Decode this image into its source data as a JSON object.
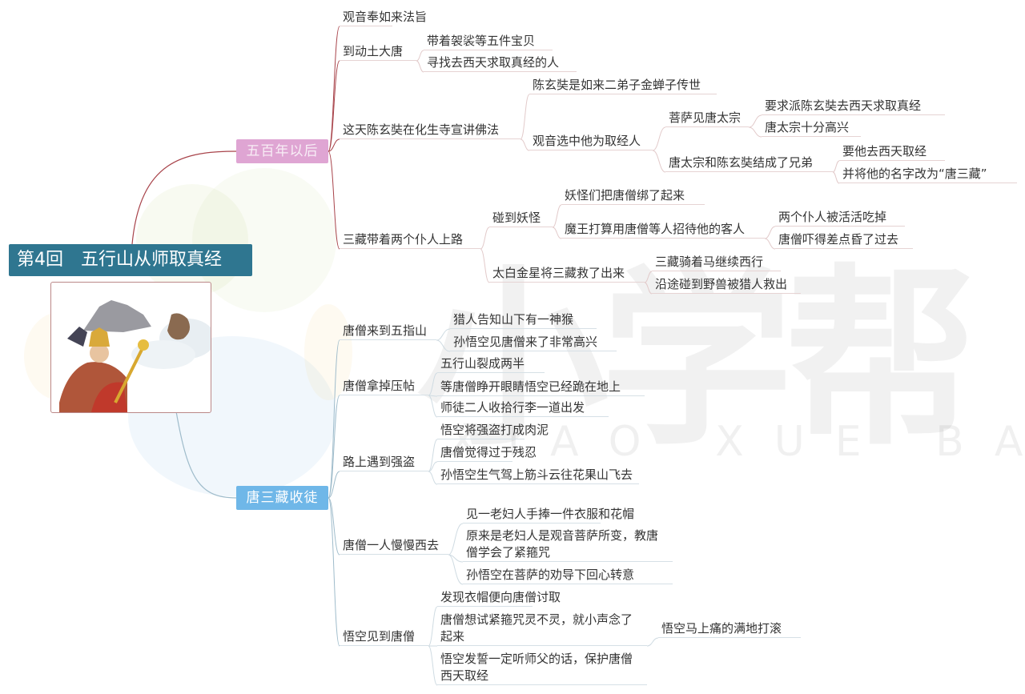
{
  "watermark": {
    "logo_text": "小学帮",
    "latin_text": "XIAO XUE BANG"
  },
  "colors": {
    "root": "#2f7690",
    "branch1": "#dfa5d3",
    "branch2": "#6fb7e8",
    "branch1_line": "#a8434a",
    "branch2_line": "#9fbccb"
  },
  "root": {
    "title": "第4回　五行山从师取真经",
    "image": "illustration-tang-monk-and-monkey"
  },
  "branches": [
    {
      "label": "五百年以后",
      "children": [
        {
          "label": "观音奉如来法旨"
        },
        {
          "label": "到动土大唐",
          "children": [
            {
              "label": "带着袈裟等五件宝贝"
            },
            {
              "label": "寻找去西天求取真经的人"
            }
          ]
        },
        {
          "label": "这天陈玄奘在化生寺宣讲佛法",
          "children": [
            {
              "label": "陈玄奘是如来二弟子金蝉子传世"
            },
            {
              "label": "观音选中他为取经人",
              "children": [
                {
                  "label": "菩萨见唐太宗",
                  "children": [
                    {
                      "label": "要求派陈玄奘去西天求取真经"
                    },
                    {
                      "label": "唐太宗十分高兴"
                    }
                  ]
                },
                {
                  "label": "唐太宗和陈玄奘结成了兄弟",
                  "children": [
                    {
                      "label": "要他去西天取经"
                    },
                    {
                      "label": "并将他的名字改为“唐三藏”"
                    }
                  ]
                }
              ]
            }
          ]
        },
        {
          "label": "三藏带着两个仆人上路",
          "children": [
            {
              "label": "碰到妖怪",
              "children": [
                {
                  "label": "妖怪们把唐僧绑了起来"
                },
                {
                  "label": "魔王打算用唐僧等人招待他的客人",
                  "children": [
                    {
                      "label": "两个仆人被活活吃掉"
                    },
                    {
                      "label": "唐僧吓得差点昏了过去"
                    }
                  ]
                }
              ]
            },
            {
              "label": "太白金星将三藏救了出来",
              "children": [
                {
                  "label": "三藏骑着马继续西行"
                },
                {
                  "label": "沿途碰到野兽被猎人救出"
                }
              ]
            }
          ]
        }
      ]
    },
    {
      "label": "唐三藏收徒",
      "children": [
        {
          "label": "唐僧来到五指山",
          "children": [
            {
              "label": "猎人告知山下有一神猴"
            },
            {
              "label": "孙悟空见唐僧来了非常高兴"
            }
          ]
        },
        {
          "label": "唐僧拿掉压帖",
          "children": [
            {
              "label": "五行山裂成两半"
            },
            {
              "label": "等唐僧睁开眼睛悟空已经跪在地上"
            },
            {
              "label": "师徒二人收拾行李一道出发"
            }
          ]
        },
        {
          "label": "路上遇到强盗",
          "children": [
            {
              "label": "悟空将强盗打成肉泥"
            },
            {
              "label": "唐僧觉得过于残忍"
            },
            {
              "label": "孙悟空生气驾上筋斗云往花果山飞去"
            }
          ]
        },
        {
          "label": "唐僧一人慢慢西去",
          "children": [
            {
              "label": "见一老妇人手捧一件衣服和花帽"
            },
            {
              "label": "原来是老妇人是观音菩萨所变，教唐僧学会了紧箍咒"
            },
            {
              "label": "孙悟空在菩萨的劝导下回心转意"
            }
          ]
        },
        {
          "label": "悟空见到唐僧",
          "children": [
            {
              "label": "发现衣帽便向唐僧讨取"
            },
            {
              "label": "唐僧想试紧箍咒灵不灵，就小声念了起来",
              "children": [
                {
                  "label": "悟空马上痛的满地打滚"
                }
              ]
            },
            {
              "label": "悟空发誓一定听师父的话，保护唐僧西天取经"
            }
          ]
        }
      ]
    }
  ]
}
